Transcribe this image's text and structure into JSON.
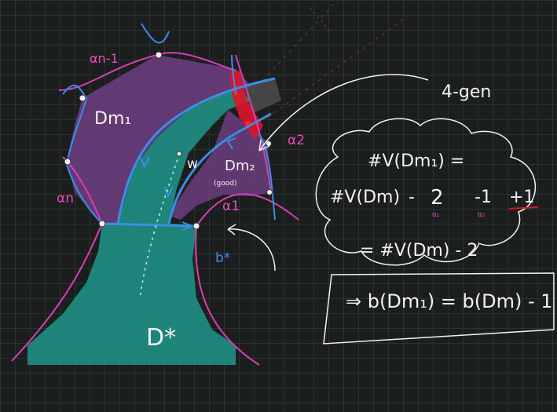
{
  "colors": {
    "background": "#1c1d1d",
    "grid": "#2e4a48",
    "teal_region": "#1f8a80",
    "purple_region": "#6b3d7e",
    "blue_curve": "#3a8ee6",
    "magenta_curve": "#d83fb4",
    "red_highlight": "#e0142a",
    "white_ink": "#f2f2f2"
  },
  "labels": {
    "alpha_n_minus_1": "αn-1",
    "alpha_n": "αn",
    "alpha_1": "α1",
    "alpha_2": "α2",
    "d_m1": "Dm₁",
    "d_m2": "Dm₂",
    "good": "(good)",
    "w": "w",
    "b_star": "b*",
    "d_star": "D*",
    "four_gen": "4-gen"
  },
  "notes": {
    "line1": "#V(Dm₁) =",
    "line2_lhs": "#V(Dm)",
    "line2_minus": "-",
    "line2_two": "2",
    "line2_neg_one": "-1",
    "line2_pos_one": "+1",
    "sub_alpha1": "α₁",
    "sub_alpha2": "α₂",
    "line3": "= #V(Dm) - 2",
    "result": "⇒ b(Dm₁) = b(Dm) - 1"
  }
}
